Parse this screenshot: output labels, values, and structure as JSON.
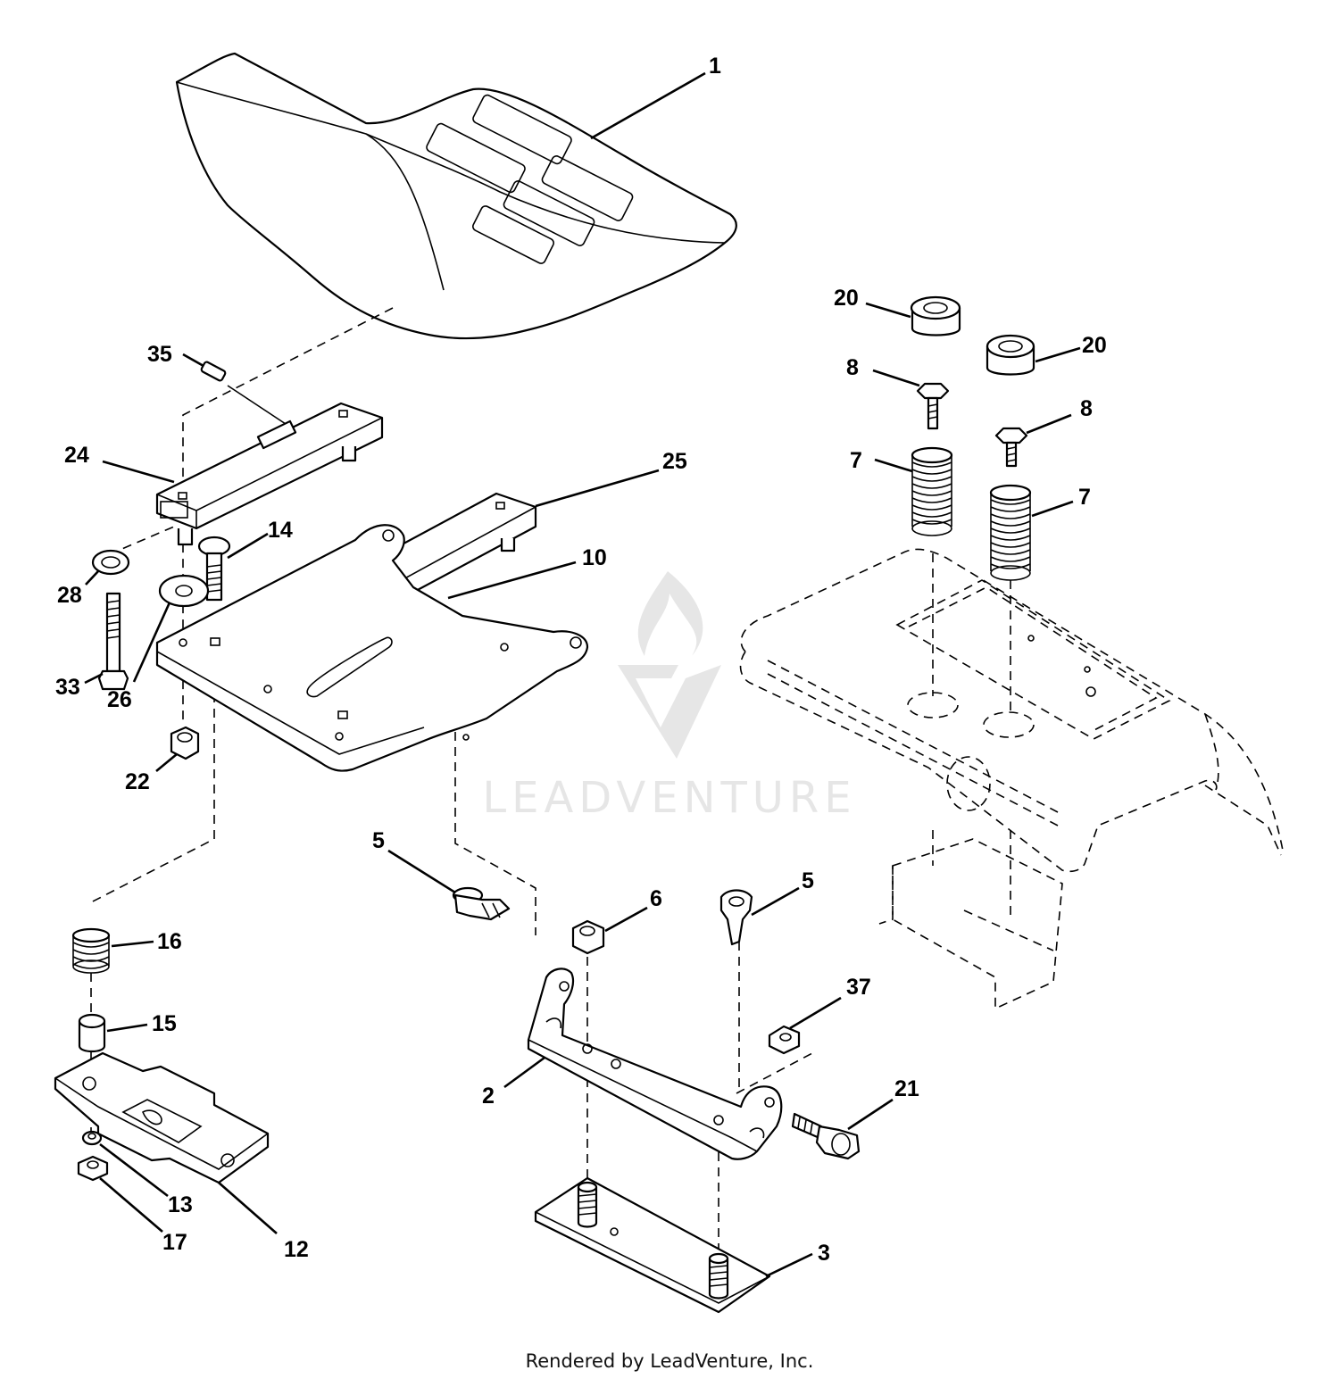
{
  "watermark": {
    "brand": "LEADVENTURE"
  },
  "footer": {
    "text": "Rendered by LeadVenture, Inc."
  },
  "callouts": {
    "c1": "1",
    "c2": "2",
    "c3": "3",
    "c5a": "5",
    "c5b": "5",
    "c6": "6",
    "c7a": "7",
    "c7b": "7",
    "c8a": "8",
    "c8b": "8",
    "c10": "10",
    "c12": "12",
    "c13": "13",
    "c14": "14",
    "c15": "15",
    "c16": "16",
    "c17": "17",
    "c20a": "20",
    "c20b": "20",
    "c21": "21",
    "c22": "22",
    "c24": "24",
    "c25": "25",
    "c26": "26",
    "c28": "28",
    "c33": "33",
    "c35": "35",
    "c37": "37"
  }
}
